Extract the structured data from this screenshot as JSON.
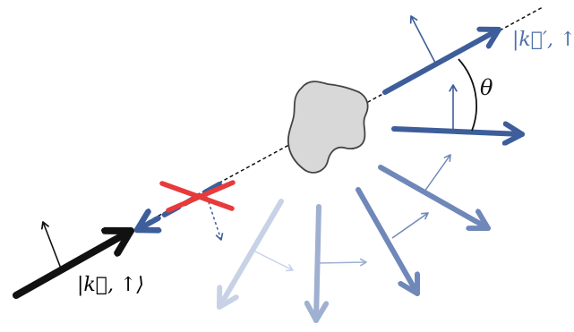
{
  "labels": {
    "incoming_state": "|k⃗, ↑⟩",
    "outgoing_state": "|k⃗′, ↑⟩",
    "angle": "θ"
  },
  "colors": {
    "incoming": "#111111",
    "scattered_primary": "#3d5e9a",
    "scattered_faded_1": "#6f88b9",
    "scattered_faded_2": "#9fb0d0",
    "scattered_faded_3": "#c7d2e6",
    "blocked_cross": "#e83a3a",
    "target_fill": "#d8d8d8",
    "target_stroke": "#444444",
    "guide_line": "#111111"
  },
  "icons": {
    "target": "irregular-blob",
    "blocked": "cross-mark"
  }
}
